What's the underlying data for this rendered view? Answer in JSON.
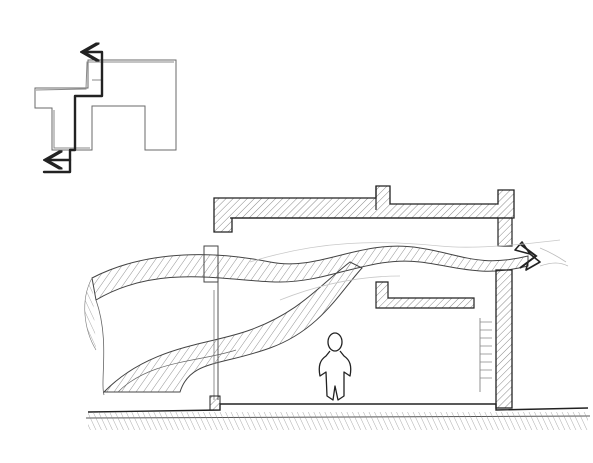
{
  "sketch": {
    "background_color": "#ffffff",
    "ink_color": "#2a2a2a",
    "hatch_color": "#6a6a6a",
    "light_ink_color": "#9a9a9a",
    "elements": [
      "plan-inset",
      "airflow-path-arrow",
      "building-section",
      "roof-slab",
      "left-wall",
      "right-wall",
      "ground-line",
      "interior-shelf",
      "air-stream-upper",
      "air-stream-lower",
      "human-figure",
      "outflow-arrow-icon"
    ]
  }
}
